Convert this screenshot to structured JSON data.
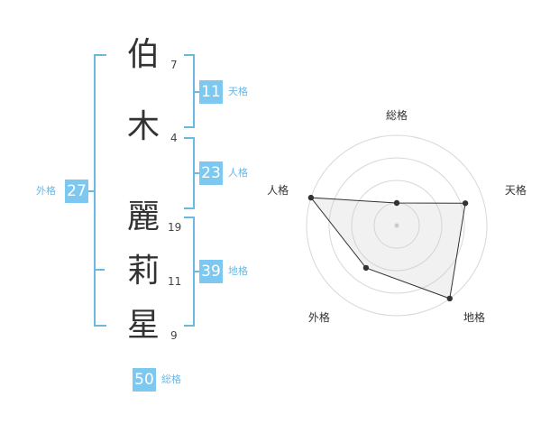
{
  "name": {
    "characters": [
      {
        "char": "伯",
        "strokes": "7"
      },
      {
        "char": "木",
        "strokes": "4"
      },
      {
        "char": "麗",
        "strokes": "19"
      },
      {
        "char": "莉",
        "strokes": "11"
      },
      {
        "char": "星",
        "strokes": "9"
      }
    ]
  },
  "fortune": {
    "tenkaku": {
      "value": "11",
      "label": "天格"
    },
    "jinkaku": {
      "value": "23",
      "label": "人格"
    },
    "chikaku": {
      "value": "39",
      "label": "地格"
    },
    "gaikaku": {
      "value": "27",
      "label": "外格"
    },
    "soukaku": {
      "value": "50",
      "label": "総格"
    }
  },
  "colors": {
    "accent": "#7cc8f0",
    "bracket": "#6ab8e6",
    "text": "#333333"
  },
  "chart_data": {
    "type": "radar",
    "axes": [
      "総格",
      "天格",
      "地格",
      "外格",
      "人格"
    ],
    "values": [
      0.25,
      0.8,
      1.0,
      0.58,
      1.0
    ],
    "rings": 4,
    "rmax": 1.0
  }
}
